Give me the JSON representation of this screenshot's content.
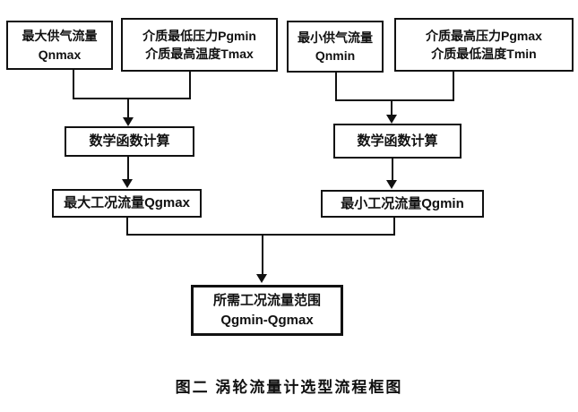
{
  "diagram": {
    "caption": "图二  涡轮流量计选型流程框图",
    "boxes": {
      "qnmax": {
        "line1": "最大供气流量",
        "line2": "Qnmax"
      },
      "pgmin_tmax": {
        "line1": "介质最低压力Pgmin",
        "line2": "介质最高温度Tmax"
      },
      "qnmin": {
        "line1": "最小供气流量",
        "line2": "Qnmin"
      },
      "pgmax_tmin": {
        "line1": "介质最高压力Pgmax",
        "line2": "介质最低温度Tmin"
      },
      "calc_left": {
        "label": "数学函数计算"
      },
      "calc_right": {
        "label": "数学函数计算"
      },
      "qgmax": {
        "label": "最大工况流量Qgmax"
      },
      "qgmin": {
        "label": "最小工况流量Qgmin"
      },
      "result": {
        "line1": "所需工况流量范围",
        "line2": "Qgmin-Qgmax"
      }
    },
    "colors": {
      "line": "#111111",
      "background": "#ffffff",
      "text": "#111111"
    }
  }
}
